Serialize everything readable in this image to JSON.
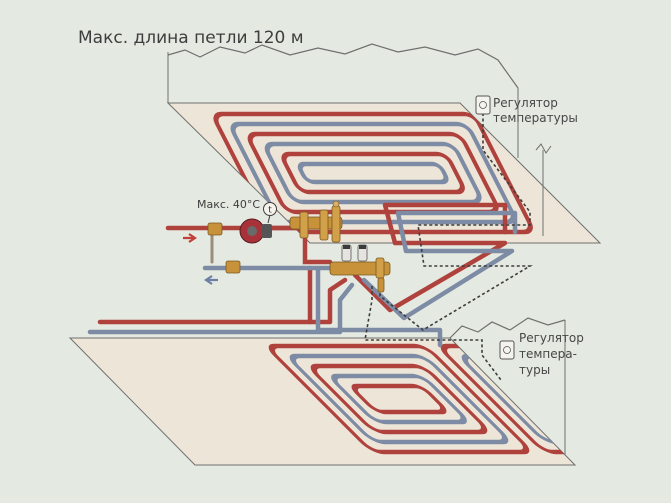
{
  "diagram": {
    "title": "Макс. длина петли 120 м",
    "max_temp_label": "Макс. 40°C",
    "thermometer_symbol": "t",
    "regulator_top": {
      "line1": "Регулятор",
      "line2": "температуры"
    },
    "regulator_bottom": {
      "line1": "Регулятор",
      "line2": "темпера-",
      "line3": "туры"
    }
  },
  "colors": {
    "background": "#e4e9e1",
    "floor_slab": "#ede6d8",
    "outline": "#6f6f6f",
    "supply_pipe": "#b0423e",
    "return_pipe": "#7d8ba5",
    "manifold_brass": "#c8923a",
    "pump_red": "#a8323a",
    "arrow_red": "#c33f3a",
    "arrow_blue": "#6e7fa5"
  }
}
